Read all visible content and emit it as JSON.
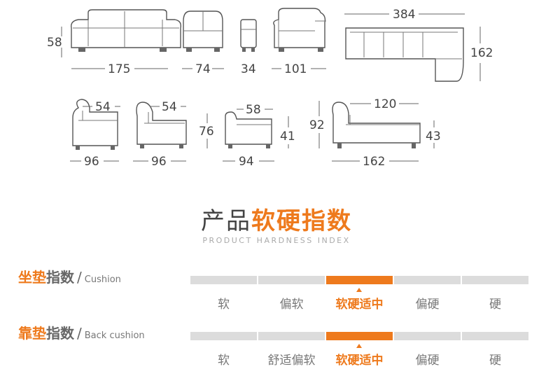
{
  "dimensions": {
    "top_row": [
      "58",
      "175",
      "74",
      "34",
      "101",
      "384",
      "162"
    ],
    "mid_row": [
      "54",
      "54",
      "96",
      "96",
      "76",
      "58",
      "41",
      "94",
      "92",
      "120",
      "43",
      "162"
    ]
  },
  "title": {
    "cn_normal": "产品",
    "cn_bold": "软硬指数",
    "en": "PRODUCT HARDNESS INDEX"
  },
  "rows": [
    {
      "label_orange": "坐垫",
      "label_gray": "指数",
      "slash": "/",
      "label_en": "Cushion",
      "levels": [
        "软",
        "偏软",
        "软硬适中",
        "偏硬",
        "硬"
      ],
      "active_index": 2
    },
    {
      "label_orange": "靠垫",
      "label_gray": "指数",
      "slash": "/",
      "label_en": "Back cushion",
      "levels": [
        "软",
        "舒适偏软",
        "软硬适中",
        "偏硬",
        "硬"
      ],
      "active_index": 2
    }
  ],
  "colors": {
    "accent": "#ee7a1d",
    "bar_inactive": "#dcdcdc"
  }
}
